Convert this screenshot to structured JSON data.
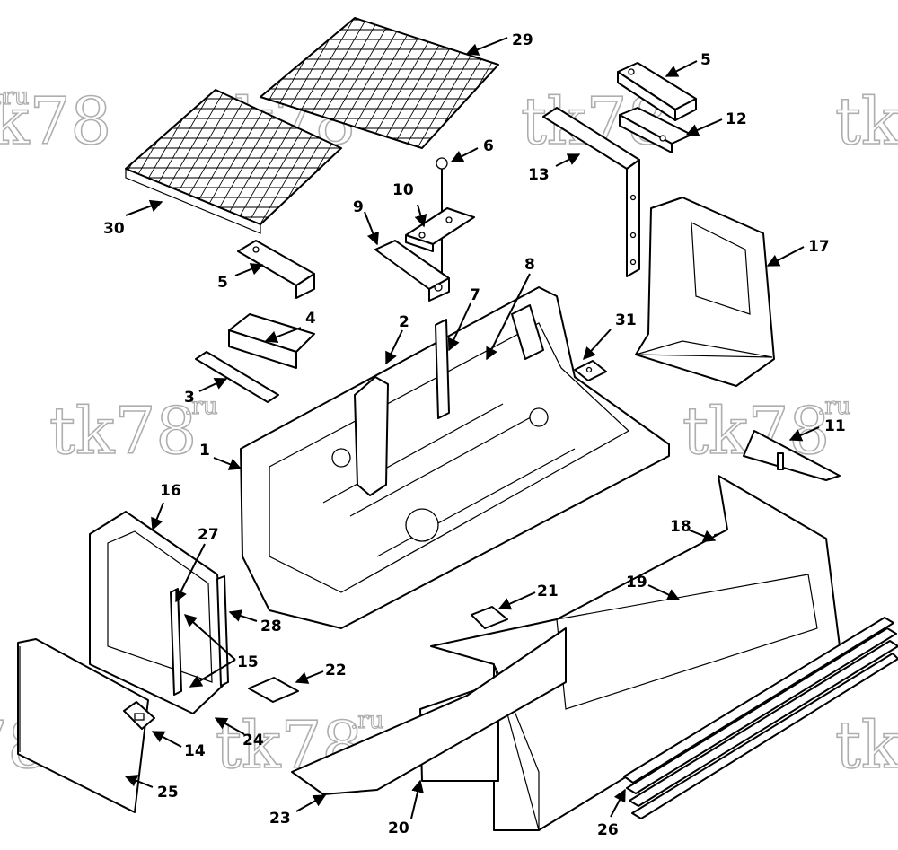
{
  "watermark": {
    "text": "tk78",
    "suffix": ".ru"
  },
  "callouts": {
    "c1": "1",
    "c2": "2",
    "c3": "3",
    "c4": "4",
    "c5a": "5",
    "c5b": "5",
    "c6": "6",
    "c7": "7",
    "c8": "8",
    "c9": "9",
    "c10": "10",
    "c11": "11",
    "c12": "12",
    "c13": "13",
    "c14": "14",
    "c15": "15",
    "c16": "16",
    "c17": "17",
    "c18": "18",
    "c19": "19",
    "c20": "20",
    "c21": "21",
    "c22": "22",
    "c23": "23",
    "c24": "24",
    "c25": "25",
    "c26": "26",
    "c27": "27",
    "c28": "28",
    "c29": "29",
    "c30": "30",
    "c31": "31"
  }
}
